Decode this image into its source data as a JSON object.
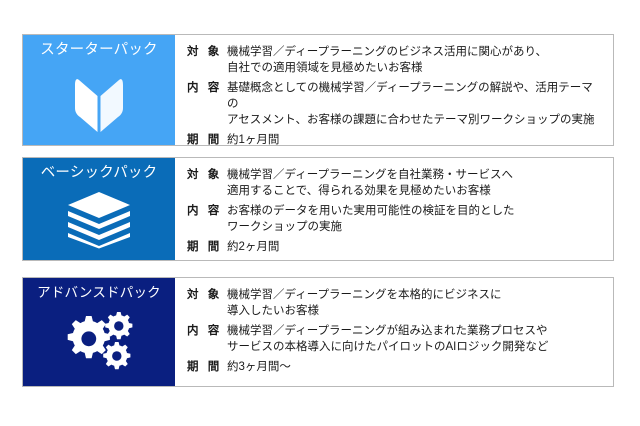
{
  "page": {
    "background_color": "#ffffff",
    "card_border_color": "#b9b9b9"
  },
  "labels": {
    "target": "対 象",
    "content": "内 容",
    "duration": "期 間"
  },
  "packs": [
    {
      "title": "スターターパック",
      "banner_color": "#45a5f5",
      "icon": "sprout-leaf-icon",
      "target": "機械学習／ディープラーニングのビジネス活用に関心があり、\n自社での適用領域を見極めたいお客様",
      "content": "基礎概念としての機械学習／ディープラーニングの解説や、活用テーマの\nアセスメント、お客様の課題に合わせたテーマ別ワークショップの実施",
      "duration": "約1ヶ月間"
    },
    {
      "title": "ベーシックパック",
      "banner_color": "#0a6cb8",
      "icon": "stacked-layers-icon",
      "target": "機械学習／ディープラーニングを自社業務・サービスへ\n適用することで、得られる効果を見極めたいお客様",
      "content": "お客様のデータを用いた実用可能性の検証を目的とした\nワークショップの実施",
      "duration": "約2ヶ月間"
    },
    {
      "title": "アドバンスドパック",
      "banner_color": "#0a1f80",
      "icon": "gears-icon",
      "target": "機械学習／ディープラーニングを本格的にビジネスに\n導入したいお客様",
      "content": "機械学習／ディープラーニングが組み込まれた業務プロセスや\nサービスの本格導入に向けたパイロットのAIロジック開発など",
      "duration": "約3ヶ月間～"
    }
  ]
}
